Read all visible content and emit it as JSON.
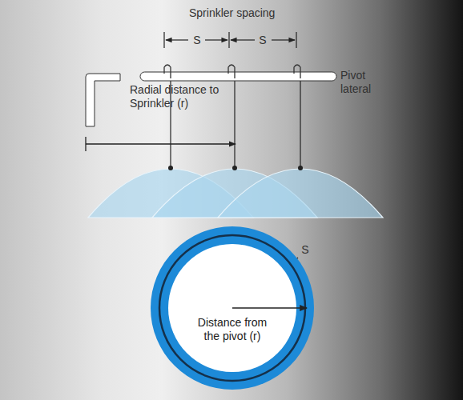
{
  "diagram": {
    "nodes": [
      {
        "text": [
          "Distance from the pivot (r)"
        ]
      }
    ],
    "labels": [
      "Sprinkler spacing",
      "S",
      "S",
      "Pivot lateral",
      "Radial distance to Sprinkler (r)",
      "S"
    ]
  }
}
